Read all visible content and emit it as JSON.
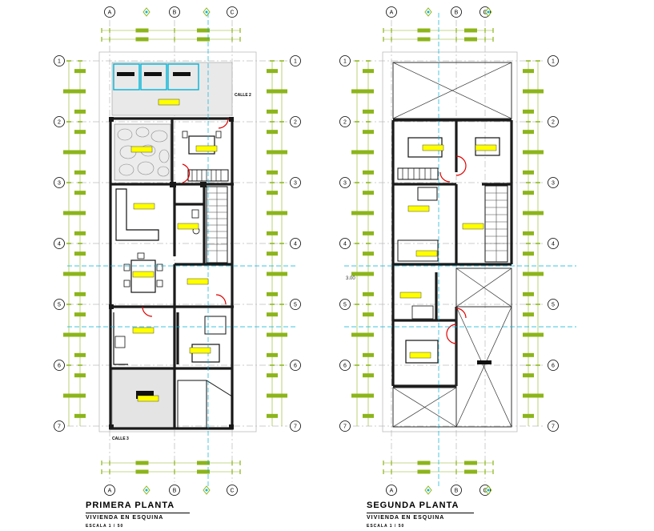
{
  "colors": {
    "wall": "#1a1a1a",
    "grid": "#9a9a9a",
    "dim_line": "#8cb51a",
    "tag": "#ffff00",
    "cyan": "#00b4d8",
    "red": "#e00000",
    "bubble": "#000000",
    "hatch": "#555555",
    "stone": "#777777"
  },
  "grid": {
    "columns": [
      "A",
      "B",
      "C"
    ],
    "rows": [
      "1",
      "2",
      "3",
      "4",
      "5",
      "6",
      "7"
    ]
  },
  "plans": [
    {
      "id": "primera",
      "title": "PRIMERA PLANTA",
      "subtitle": "VIVIENDA EN ESQUINA",
      "scale": "ESCALA 1 / 50",
      "labels": {
        "calle_top": "CALLE 2",
        "calle_bottom": "CALLE 3"
      }
    },
    {
      "id": "segunda",
      "title": "SEGUNDA PLANTA",
      "subtitle": "VIVIENDA EN ESQUINA",
      "scale": "ESCALA 1 / 50",
      "labels": {
        "level": "3.00"
      }
    }
  ]
}
